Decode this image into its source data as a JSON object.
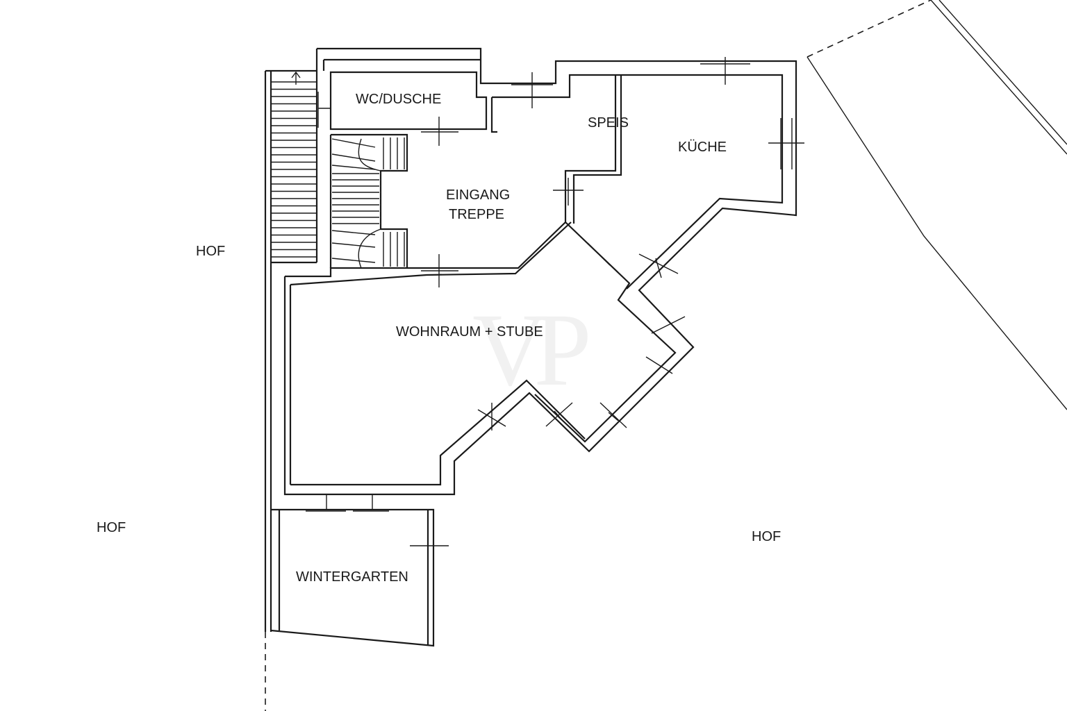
{
  "rooms": {
    "wc_dusche": "WC/DUSCHE",
    "speis": "SPEIS",
    "kueche": "KÜCHE",
    "eingang_line1": "EINGANG",
    "eingang_line2": "TREPPE",
    "wohnraum": "WOHNRAUM + STUBE",
    "wintergarten": "WINTERGARTEN"
  },
  "outdoor": {
    "hof_left_top": "HOF",
    "hof_left_bottom": "HOF",
    "hof_right": "HOF"
  },
  "watermark": "VP",
  "colors": {
    "line": "#1a1a1a",
    "background": "#ffffff"
  }
}
